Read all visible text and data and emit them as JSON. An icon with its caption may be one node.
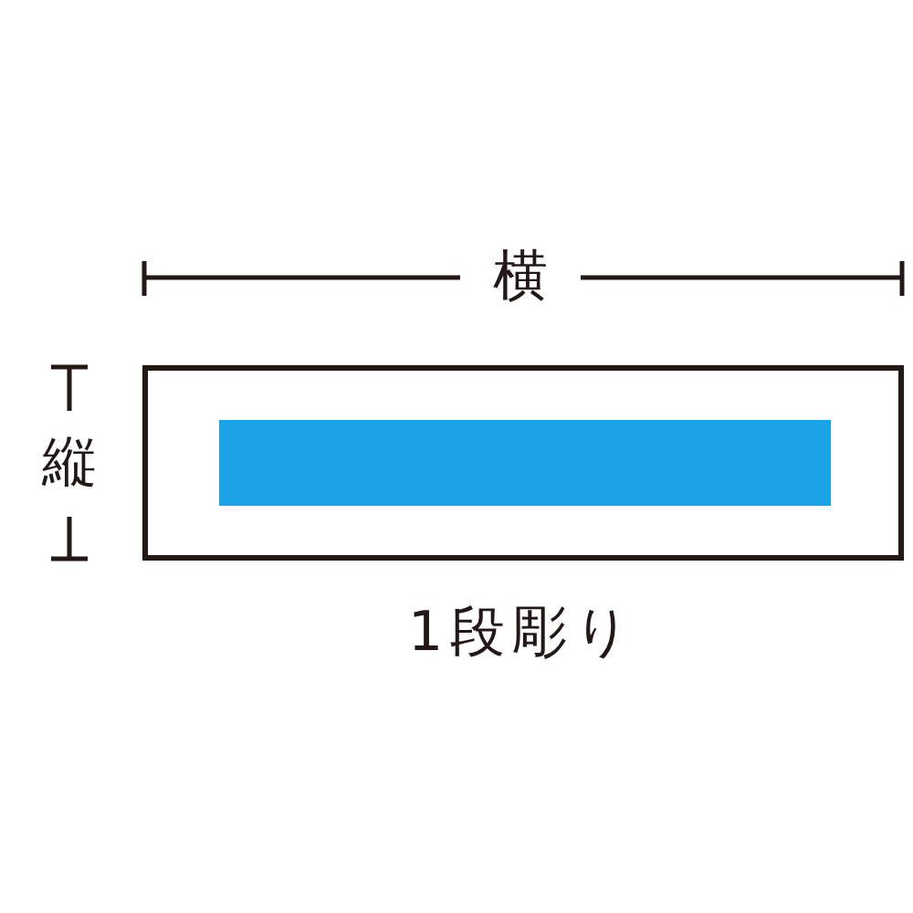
{
  "diagram": {
    "nodes": [
      {
        "text": [],
        "shape": "box",
        "beside": [
          "1段彫り"
        ]
      },
      {
        "text": [],
        "shape": "bar",
        "in": 0
      }
    ],
    "labels": [
      "横",
      "縦"
    ]
  }
}
